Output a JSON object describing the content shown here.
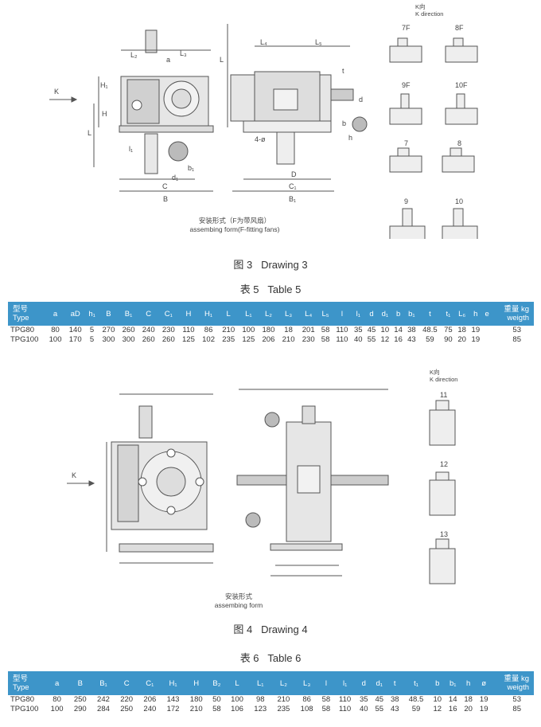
{
  "drawing3": {
    "k_direction_cn": "K向",
    "k_direction_en": "K direction",
    "assembly_cn": "安装形式（F为带风扇）",
    "assembly_en": "assembing form(F-fitting fans)",
    "caption_cn": "图 3",
    "caption_en": "Drawing 3",
    "k_label": "K",
    "dims": [
      "L₂",
      "a",
      "L₃",
      "L",
      "H₁",
      "H",
      "L",
      "l₁",
      "b₁",
      "d₁",
      "L₄",
      "L₅",
      "C",
      "B",
      "L₄",
      "L₅",
      "4-ø",
      "D",
      "C₁",
      "B₁",
      "t",
      "d",
      "b",
      "h"
    ],
    "variants": [
      "7F",
      "8F",
      "9F",
      "10F",
      "7",
      "8",
      "9",
      "10"
    ]
  },
  "table5": {
    "title_cn": "表 5",
    "title_en": "Table 5",
    "header_type_cn": "型号",
    "header_type_en": "Type",
    "header_weight_cn": "重量 kg",
    "header_weight_en": "weigth",
    "columns": [
      "a",
      "aD",
      "h₁",
      "B",
      "B₁",
      "C",
      "C₁",
      "H",
      "H₁",
      "L",
      "L₁",
      "L₂",
      "L₃",
      "L₄",
      "L₅",
      "l",
      "l₁",
      "d",
      "d₁",
      "b",
      "b₁",
      "t",
      "t₁",
      "L₆",
      "h",
      "e"
    ],
    "rows": [
      {
        "type": "TPG80",
        "values": [
          "80",
          "140",
          "5",
          "270",
          "260",
          "240",
          "230",
          "110",
          "86",
          "210",
          "100",
          "180",
          "18",
          "201",
          "58",
          "110",
          "35",
          "45",
          "10",
          "14",
          "38",
          "48.5",
          "75",
          "18",
          "19"
        ],
        "weight": "53"
      },
      {
        "type": "TPG100",
        "values": [
          "100",
          "170",
          "5",
          "300",
          "300",
          "260",
          "260",
          "125",
          "102",
          "235",
          "125",
          "206",
          "210",
          "230",
          "58",
          "110",
          "40",
          "55",
          "12",
          "16",
          "43",
          "59",
          "90",
          "20",
          "19"
        ],
        "weight": "85"
      }
    ]
  },
  "drawing4": {
    "k_direction_cn": "K向",
    "k_direction_en": "K direction",
    "assembly_cn": "安装形式",
    "assembly_en": "assembing form",
    "caption_cn": "图 4",
    "caption_en": "Drawing 4",
    "k_label": "K",
    "variants": [
      "11",
      "12",
      "13"
    ]
  },
  "table6": {
    "title_cn": "表 6",
    "title_en": "Table 6",
    "header_type_cn": "型号",
    "header_type_en": "Type",
    "header_weight_cn": "重量 kg",
    "header_weight_en": "weigth",
    "columns": [
      "a",
      "B",
      "B₁",
      "C",
      "C₁",
      "H₁",
      "H",
      "B₂",
      "L",
      "L₁",
      "L₂",
      "L₃",
      "l",
      "l₁",
      "d",
      "d₁",
      "t",
      "t₁",
      "b",
      "b₁",
      "h",
      "ø"
    ],
    "rows": [
      {
        "type": "TPG80",
        "values": [
          "80",
          "250",
          "242",
          "220",
          "206",
          "143",
          "180",
          "50",
          "100",
          "98",
          "210",
          "86",
          "58",
          "110",
          "35",
          "45",
          "38",
          "48.5",
          "10",
          "14",
          "18",
          "19"
        ],
        "weight": "53"
      },
      {
        "type": "TPG100",
        "values": [
          "100",
          "290",
          "284",
          "250",
          "240",
          "172",
          "210",
          "58",
          "106",
          "123",
          "235",
          "108",
          "58",
          "110",
          "40",
          "55",
          "43",
          "59",
          "12",
          "16",
          "20",
          "19"
        ],
        "weight": "85"
      }
    ]
  }
}
